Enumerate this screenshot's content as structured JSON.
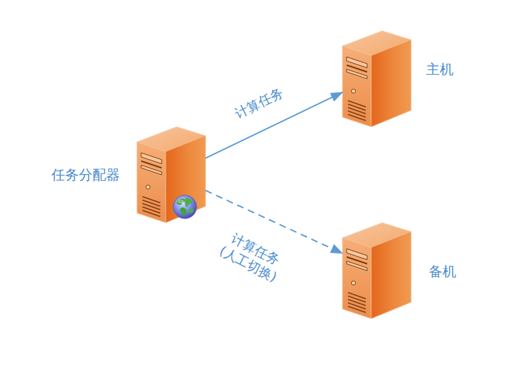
{
  "diagram": {
    "nodes": [
      {
        "text": [
          "任务分配器"
        ]
      },
      {
        "text": [
          "主机"
        ]
      },
      {
        "text": [
          "备机"
        ]
      }
    ],
    "edges": [
      {
        "from": 0,
        "to": 1,
        "arrow": "to",
        "label": "计算任务"
      },
      {
        "from": 0,
        "to": 2,
        "arrow": "to",
        "label": "计算任务 (人工切换)"
      }
    ]
  }
}
